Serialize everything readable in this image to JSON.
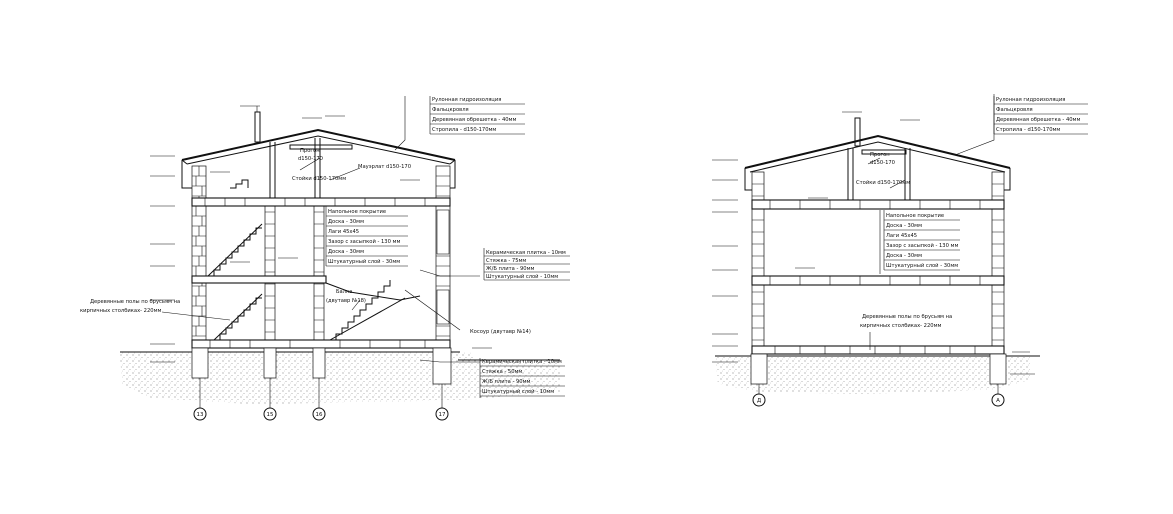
{
  "left_section": {
    "roof_callout": [
      "Рулонная гидроизоляция",
      "Фальцкровля",
      "Деревянная обрешетка - 40мм",
      "Стропила - d150-170мм"
    ],
    "attic_labels": {
      "purlin": "Прогон",
      "purlin_size": "d150-170",
      "mauerlat": "Мауэрлат d150-170",
      "posts": "Стойки d150-170мм"
    },
    "floor_callout": [
      "Напольное покрытие",
      "Доска - 30мм",
      "Лаги 45х45",
      "Зазор с засыпкой - 130 мм",
      "Доска - 30мм",
      "Штукатурный слой - 30мм"
    ],
    "tile_callout_upper": [
      "Керамическая плитка - 10мм",
      "Стяжка - 75мм",
      "Ж/Б плита - 90мм",
      "Штукатурный слой - 10мм"
    ],
    "beam_label": [
      "Балка",
      "(двутавр №18)"
    ],
    "stringer_label": "Косоур (двутавр №14)",
    "joist_note": [
      "Деревянные полы по брусьям на",
      "кирпичных столбиках- 220мм"
    ],
    "tile_callout_lower": [
      "Керамическая плитка - 10мм",
      "Стяжка - 50мм",
      "Ж/Б плита - 90мм",
      "Штукатурный слой - 10мм"
    ],
    "axes": [
      "13",
      "15",
      "16",
      "17"
    ]
  },
  "right_section": {
    "roof_callout": [
      "Рулонная гидроизоляция",
      "Фальцкровля",
      "Деревянная обрешетка - 40мм",
      "Стропила - d150-170мм"
    ],
    "attic_labels": {
      "purlin": "Прогон",
      "purlin_size": "d150-170",
      "posts": "Стойки d150-170мм"
    },
    "floor_callout": [
      "Напольное покрытие",
      "Доска - 30мм",
      "Лаги 45х45",
      "Зазор с засыпкой - 130 мм",
      "Доска - 30мм",
      "Штукатурный слой - 30мм"
    ],
    "joist_note": [
      "Деревянные полы по брусьям на",
      "кирпичных столбиках- 220мм"
    ],
    "axes": [
      "Д",
      "А"
    ]
  }
}
